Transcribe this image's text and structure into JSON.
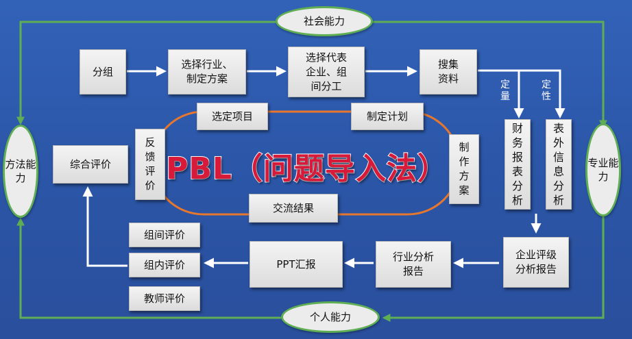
{
  "center_title": "PBL（问题导入法）",
  "abilities": {
    "social": "社会能力",
    "professional": "专业能力",
    "personal": "个人能力",
    "method": "方法能力"
  },
  "process": {
    "group": "分组",
    "choose_industry": "选择行业、\n制定方案",
    "choose_rep": "选择代表\n企业、组\n间分工",
    "collect": "搜集\n资料",
    "financial": "财\n务\n报\n表\n分\n析",
    "external": "表\n外\n信\n息\n分\n析",
    "enterprise_report": "企业评级\n分析报告",
    "industry_report": "行业分析\n报告",
    "ppt": "PPT汇报"
  },
  "labels": {
    "quantitative": "定\n量",
    "qualitative": "定\n性"
  },
  "cycle": {
    "select": "选定项目",
    "plan": "制定计划",
    "make": "制\n作\n方\n案",
    "exchange": "交流结果",
    "feedback": "反\n馈\n评\n价"
  },
  "evaluation": {
    "overall": "综合评价",
    "inter": "组间评价",
    "intra": "组内评价",
    "teacher": "教师评价"
  },
  "colors": {
    "background": "#2d55a8",
    "arrow": "#ffffff",
    "ring": "#5fae54",
    "cycle": "#e8772e",
    "title": "#d7193a"
  }
}
